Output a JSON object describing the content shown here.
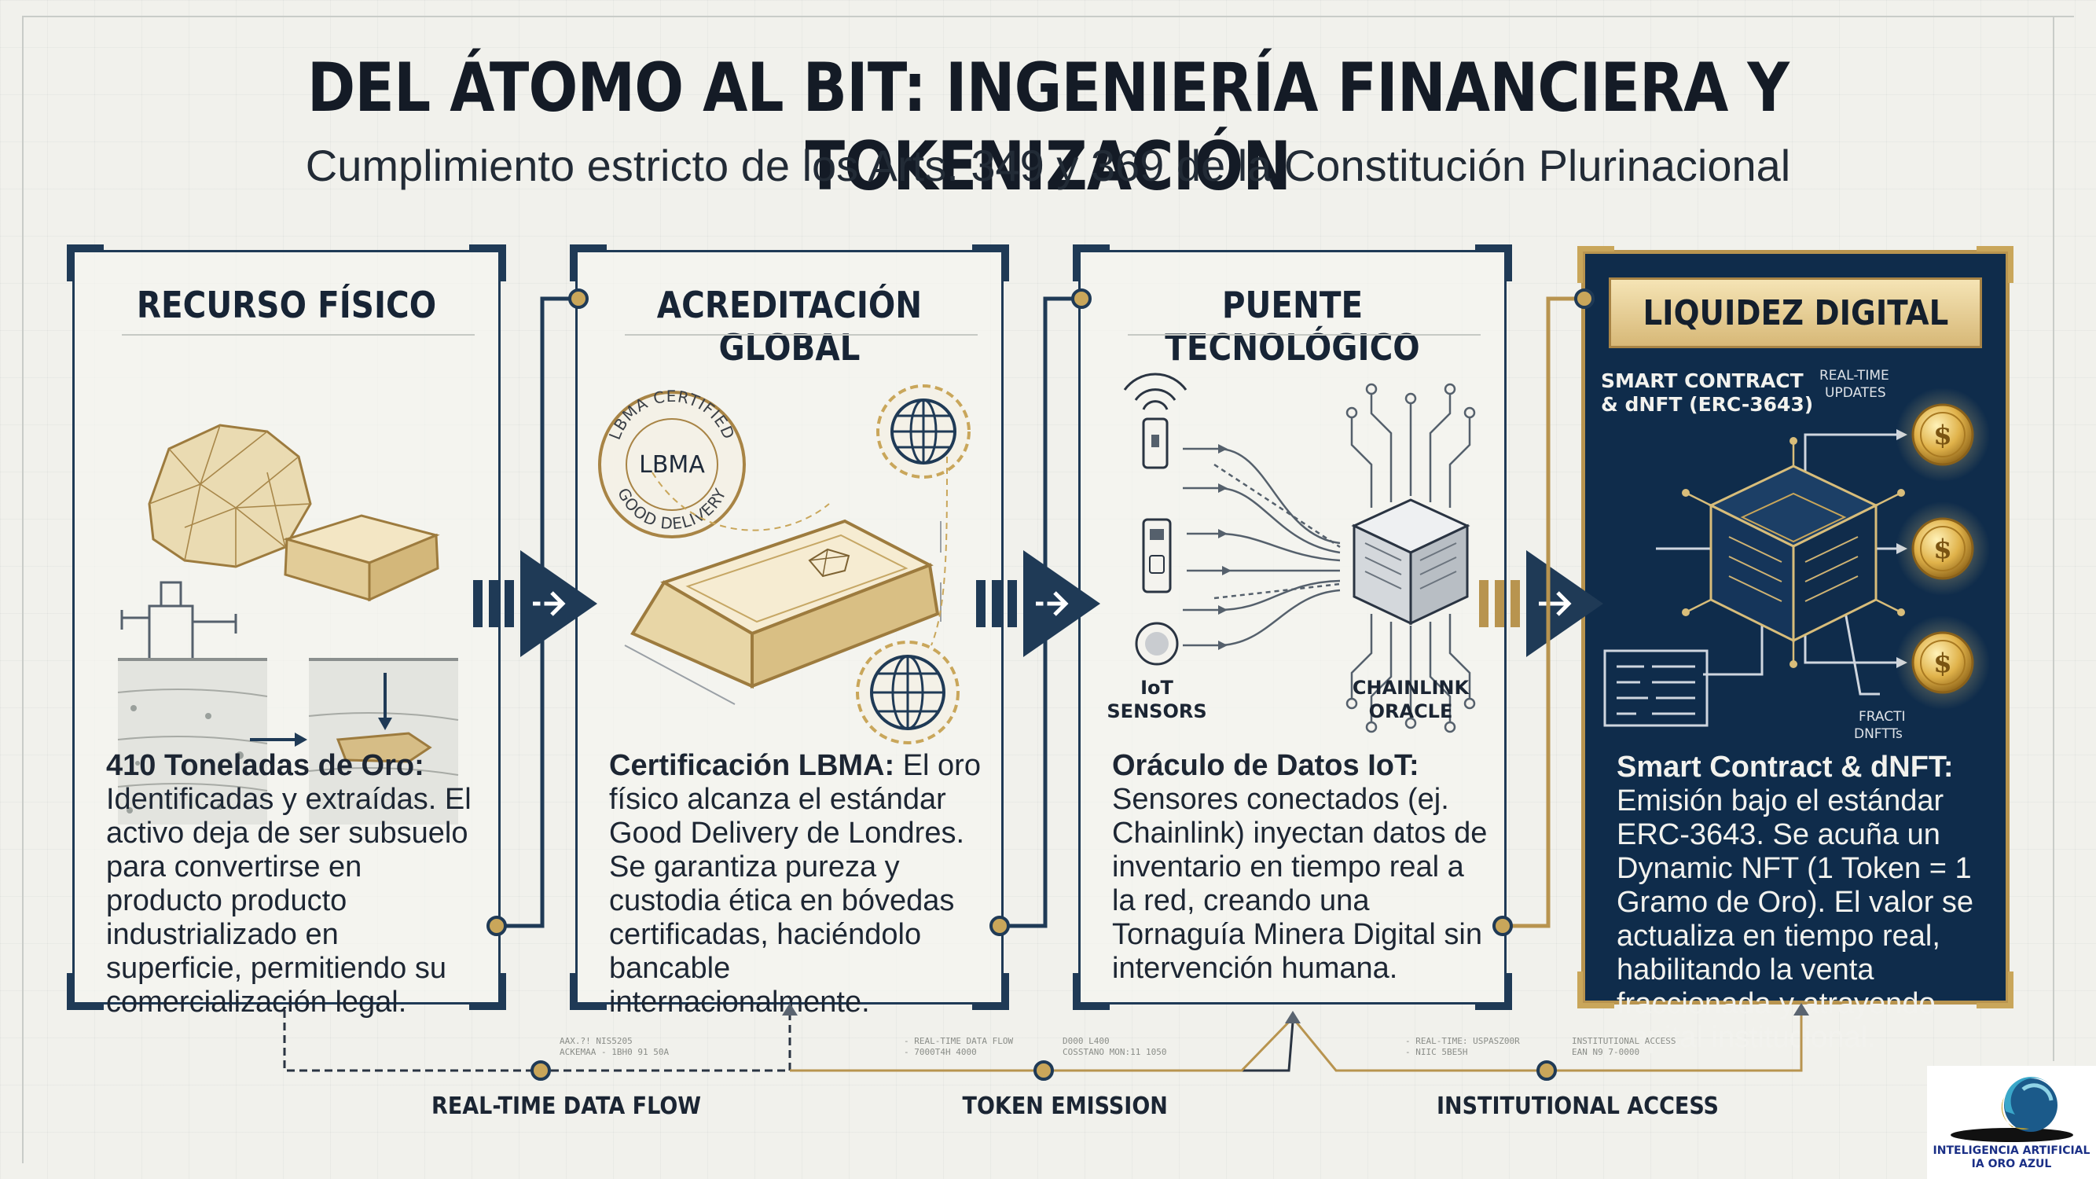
{
  "title": "DEL ÁTOMO AL BIT: INGENIERÍA FINANCIERA Y TOKENIZACIÓN",
  "subtitle": "Cumplimiento estricto de los Arts. 349 y 369 de la Constitución Plurinacional",
  "colors": {
    "navy": "#1f3a56",
    "dark_panel": "#0f2c4b",
    "gold": "#c9a65a",
    "background": "#f1f1ec"
  },
  "cards": [
    {
      "title": "RECURSO FÍSICO",
      "lead": "410 Toneladas de Oro:",
      "body": "Identificadas y extraídas. El activo deja de ser subsuelo para convertirse en producto producto industrializado en superficie, permitiendo su comercialización legal."
    },
    {
      "title": "ACREDITACIÓN GLOBAL",
      "lead": "Certificación LBMA:",
      "body": "El oro físico alcanza el estándar Good Delivery de Londres. Se garantiza pureza y custodia ética en bóvedas certificadas, haciéndolo bancable internacionalmente.",
      "seal_top": "LBMA CERTIFIED",
      "seal_center": "LBMA",
      "seal_bottom": "GOOD DELIVERY"
    },
    {
      "title": "PUENTE TECNOLÓGICO",
      "lead": "Oráculo de Datos IoT:",
      "body": "Sensores conectados (ej. Chainlink) inyectan datos de inventario en tiempo real a la red, creando una Tornaguía Minera Digital sin intervención humana.",
      "iot_label_1": "IoT",
      "iot_label_2": "SENSORS",
      "oracle_label_1": "CHAINLINK",
      "oracle_label_2": "ORACLE"
    },
    {
      "title": "LIQUIDEZ DIGITAL",
      "lead": "Smart Contract & dNFT:",
      "body": "Emisión bajo el estándar ERC-3643. Se acuña un Dynamic NFT (1 Token = 1 Gramo de Oro). El valor se actualiza en tiempo real, habilitando la venta fraccionada y atrayendo capital institucional.",
      "contract_label_1": "SMART CONTRACT",
      "contract_label_2": "& dNFT (ERC-3643)",
      "updates_label_1": "REAL-TIME",
      "updates_label_2": "UPDATES",
      "fract_label_1": "FRACTI",
      "fract_label_2": "DNFTTs",
      "coin_symbol": "$"
    }
  ],
  "flows": [
    {
      "label": "REAL-TIME DATA FLOW"
    },
    {
      "label": "TOKEN EMISSION"
    },
    {
      "label": "INSTITUTIONAL ACCESS"
    }
  ],
  "micro_text": {
    "a1": "AAX.?! NIS5205",
    "a2": "ACKEMAA - 1BH0 91 50A",
    "b1": "- REAL-TIME DATA FLOW",
    "b2": "- 7000T4H 4000",
    "c1": "D000 L400",
    "c2": "COSSTANO MON:11 1050",
    "d1": "- REAL-TIME: USPASZ00R",
    "d2": "- NIIC 5BE5H",
    "e1": "INSTITUTIONAL ACCESS",
    "e2": "EAN N9 7-0000"
  },
  "logo": {
    "line1": "INTELIGENCIA ARTIFICIAL",
    "line2": "IA ORO AZUL"
  }
}
